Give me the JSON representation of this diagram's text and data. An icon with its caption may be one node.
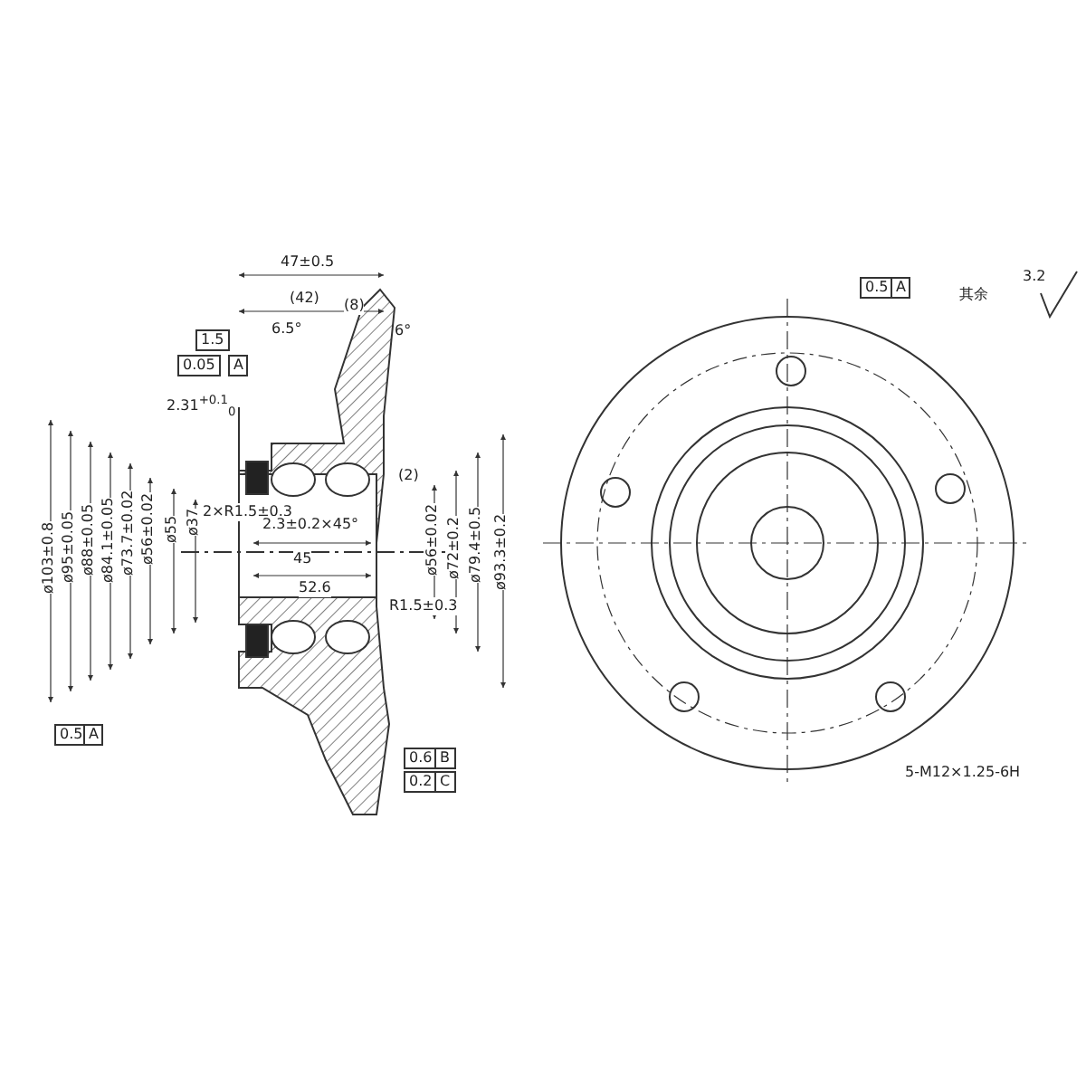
{
  "diagram": {
    "labels": [
      "47±0.5",
      "(42)",
      "(8)",
      "6.5°",
      "6°",
      "1.5",
      "0.05",
      "A",
      "2.31$^{+0.1}$$_{0}$",
      "ø103±0.8",
      "ø95±0.05",
      "ø88±0.05",
      "ø84.1±0.05",
      "ø73.7±0.02",
      "ø56±0.02",
      "ø55",
      "ø37",
      "2×R1.5±0.3",
      "2.3±0.2×45°",
      "45",
      "52.6",
      "(2)",
      "R1.5±0.3",
      "ø56±0.02",
      "ø72±0.2",
      "ø79.4±0.5",
      "ø93.3±0.2",
      "0.5",
      "A",
      "0.6",
      "B",
      "0.2",
      "C",
      "0.5",
      "A",
      "其余",
      "3.2",
      "5-M12×1.25-6H"
    ]
  }
}
